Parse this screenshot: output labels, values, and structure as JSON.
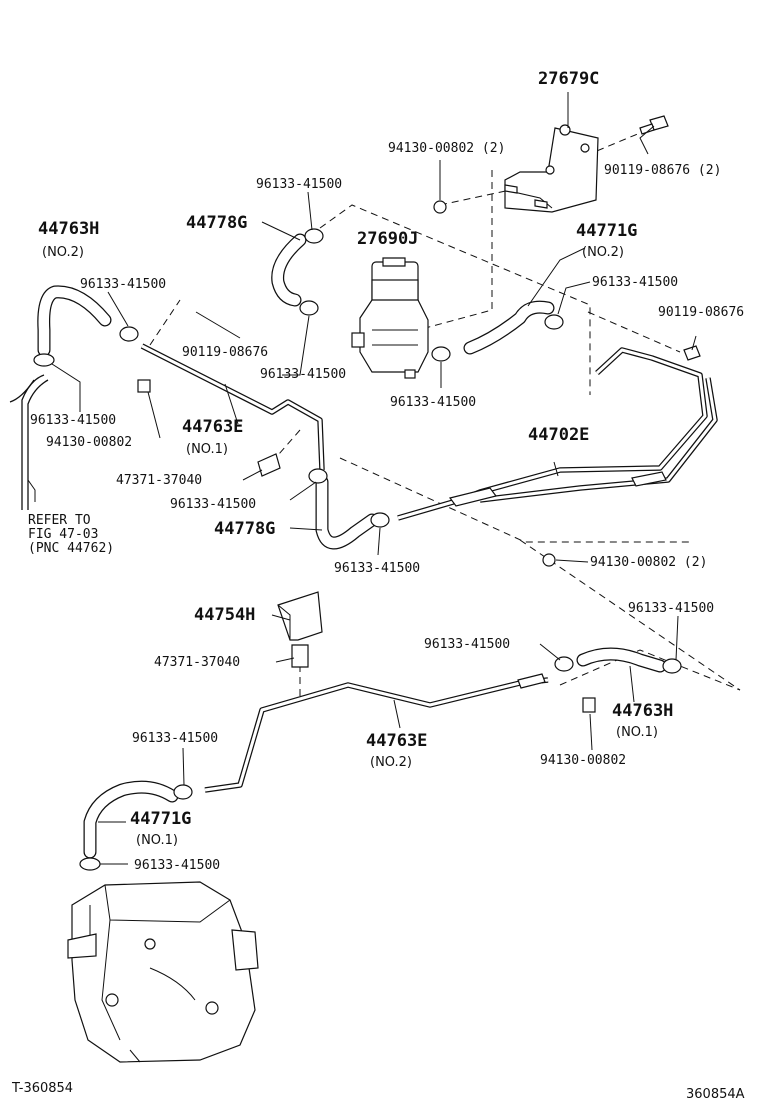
{
  "labels": {
    "bracket_27679C": "27679C",
    "bolt_top": "90119-08676 (2)",
    "nut_top": "94130-00802 (2)",
    "clamp_a": "96133-41500",
    "hose_44778G_top": "44778G",
    "vsv_27690J": "27690J",
    "hose_44771G_no2": "44771G",
    "hose_44771G_no2_sub": "(NO.2)",
    "clamp_b": "96133-41500",
    "bolt_right": "90119-08676",
    "clamp_c": "96133-41500",
    "clamp_d": "96133-41500",
    "hose_44763H_no2": "44763H",
    "hose_44763H_no2_sub": "(NO.2)",
    "clamp_e": "96133-41500",
    "bolt_mid": "90119-08676",
    "clamp_f": "96133-41500",
    "nut_left": "94130-00802",
    "pipe_44763E_no1": "44763E",
    "pipe_44763E_no1_sub": "(NO.1)",
    "clip_a": "47371-37040",
    "clamp_g": "96133-41500",
    "pipe_44702E": "44702E",
    "hose_44778G_mid": "44778G",
    "clamp_h": "96133-41500",
    "nut_mid": "94130-00802 (2)",
    "refer_1": "REFER TO",
    "refer_2": "FIG  47-03",
    "refer_3": "(PNC 44762)",
    "bracket_44754H": "44754H",
    "clip_b": "47371-37040",
    "clamp_i": "96133-41500",
    "clamp_j": "96133-41500",
    "hose_44763H_no1": "44763H",
    "hose_44763H_no1_sub": "(NO.1)",
    "pipe_44763E_no2": "44763E",
    "pipe_44763E_no2_sub": "(NO.2)",
    "nut_bottom": "94130-00802",
    "clamp_k": "96133-41500",
    "hose_44771G_no1": "44771G",
    "hose_44771G_no1_sub": "(NO.1)",
    "clamp_l": "96133-41500"
  },
  "footer": {
    "left_code": "T-360854",
    "right_code": "360854A"
  }
}
